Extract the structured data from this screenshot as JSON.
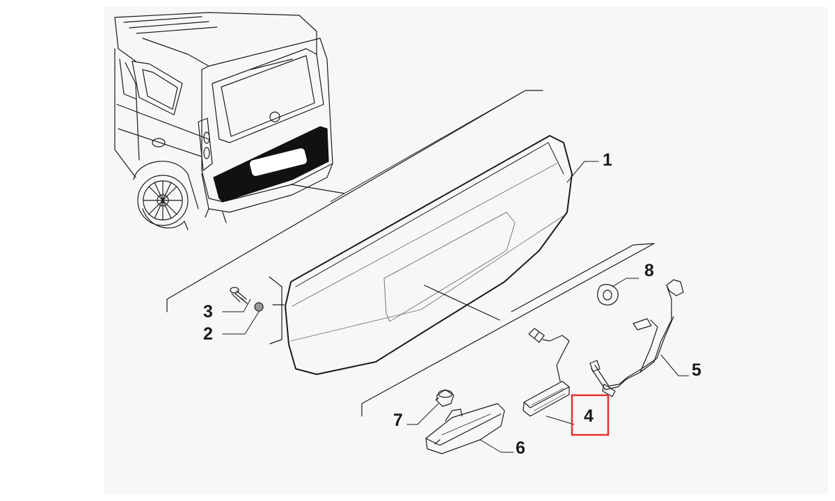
{
  "diagram": {
    "callouts": [
      {
        "id": "1",
        "label": "1"
      },
      {
        "id": "2",
        "label": "2"
      },
      {
        "id": "3",
        "label": "3"
      },
      {
        "id": "4",
        "label": "4"
      },
      {
        "id": "5",
        "label": "5"
      },
      {
        "id": "6",
        "label": "6"
      },
      {
        "id": "7",
        "label": "7"
      },
      {
        "id": "8",
        "label": "8"
      }
    ],
    "highlighted_callout": "4",
    "colors": {
      "background": "#f7f7f7",
      "line": "#1a1a1a",
      "highlight_box": "#e53030",
      "tailgate_panel": "#111111"
    }
  }
}
